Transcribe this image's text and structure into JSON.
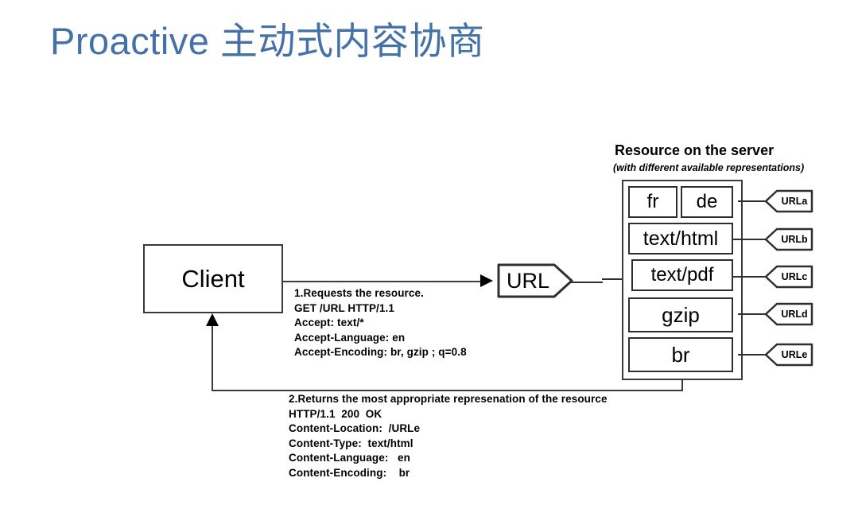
{
  "slide": {
    "title": "Proactive 主动式内容协商",
    "title_color": "#4472a8",
    "background": "#ffffff"
  },
  "diagram": {
    "client": {
      "label": "Client"
    },
    "url_node": {
      "label": "URL"
    },
    "server": {
      "title": "Resource on the server",
      "subtitle": "(with different available representations)",
      "representations": [
        {
          "cells": [
            "fr",
            "de"
          ],
          "url": "URLa"
        },
        {
          "cells": [
            "text/html"
          ],
          "url": "URLb"
        },
        {
          "cells": [
            "text/pdf"
          ],
          "url": "URLc"
        },
        {
          "cells": [
            "gzip"
          ],
          "url": "URLd"
        },
        {
          "cells": [
            "br"
          ],
          "url": "URLe"
        }
      ]
    },
    "request_message": {
      "lines": [
        "1.Requests the resource.",
        "GET /URL HTTP/1.1",
        "Accept: text/*",
        "Accept-Language: en",
        "Accept-Encoding: br, gzip ; q=0.8"
      ],
      "text": "1.Requests the resource.\nGET /URL HTTP/1.1\nAccept: text/*\nAccept-Language: en\nAccept-Encoding: br, gzip ; q=0.8"
    },
    "response_message": {
      "lines": [
        "2.Returns the most appropriate represenation of the resource",
        "HTTP/1.1  200  OK",
        "Content-Location:  /URLe",
        "Content-Type:  text/html",
        "Content-Language:   en",
        "Content-Encoding:    br"
      ],
      "text": "2.Returns the most appropriate represenation of the resource\nHTTP/1.1  200  OK\nContent-Location:  /URLe\nContent-Type:  text/html\nContent-Language:   en\nContent-Encoding:    br"
    }
  }
}
